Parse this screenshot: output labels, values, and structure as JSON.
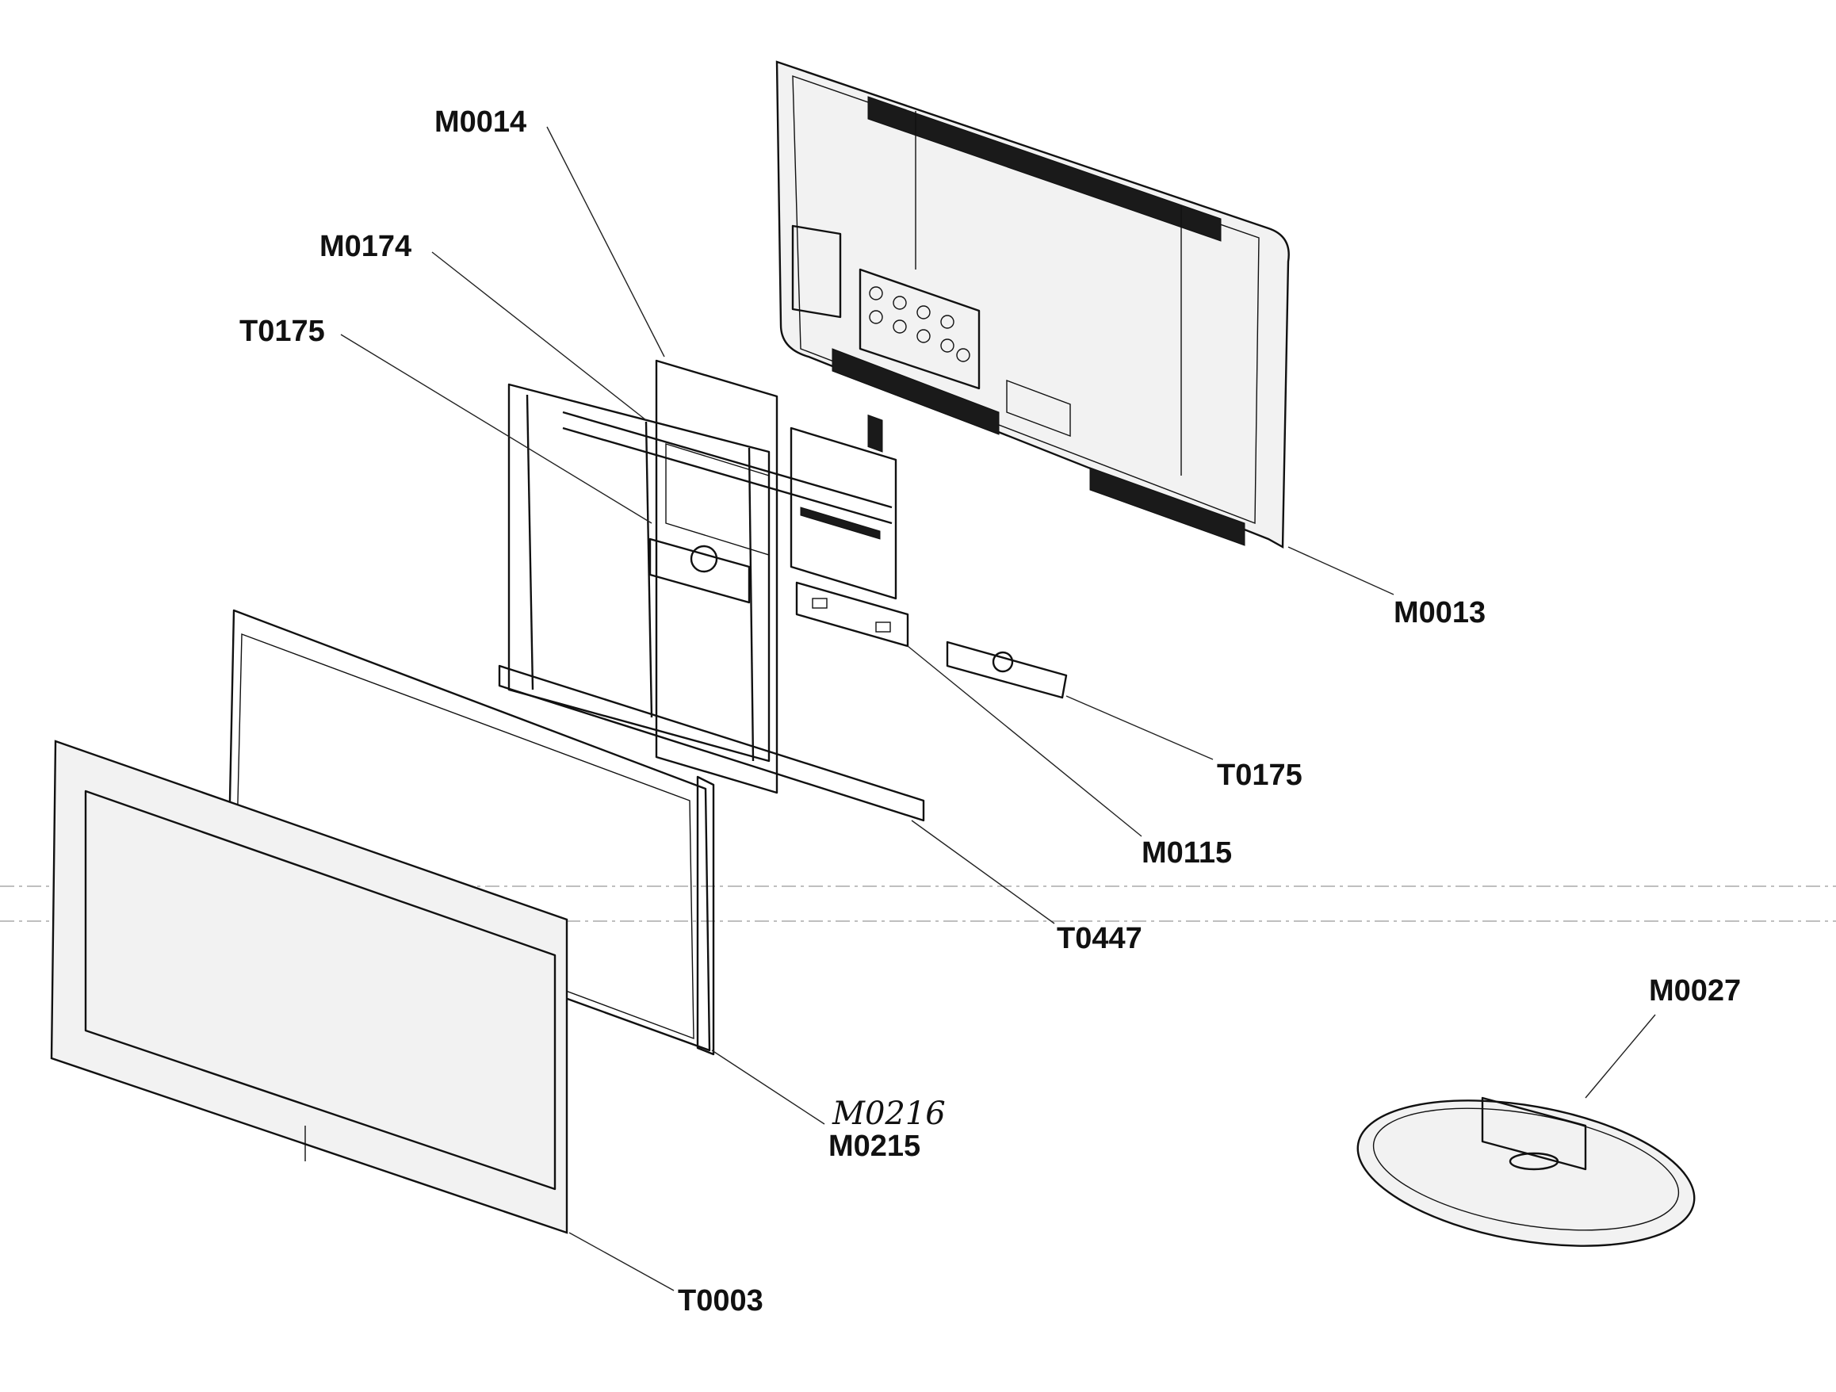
{
  "callouts": {
    "m0014": "M0014",
    "m0174": "M0174",
    "t0175_upper": "T0175",
    "m0013": "M0013",
    "t0175_lower": "T0175",
    "m0115": "M0115",
    "t0447": "T0447",
    "m0027": "M0027",
    "m0216_handwritten": "M0216",
    "m0215": "M0215",
    "t0003": "T0003"
  }
}
